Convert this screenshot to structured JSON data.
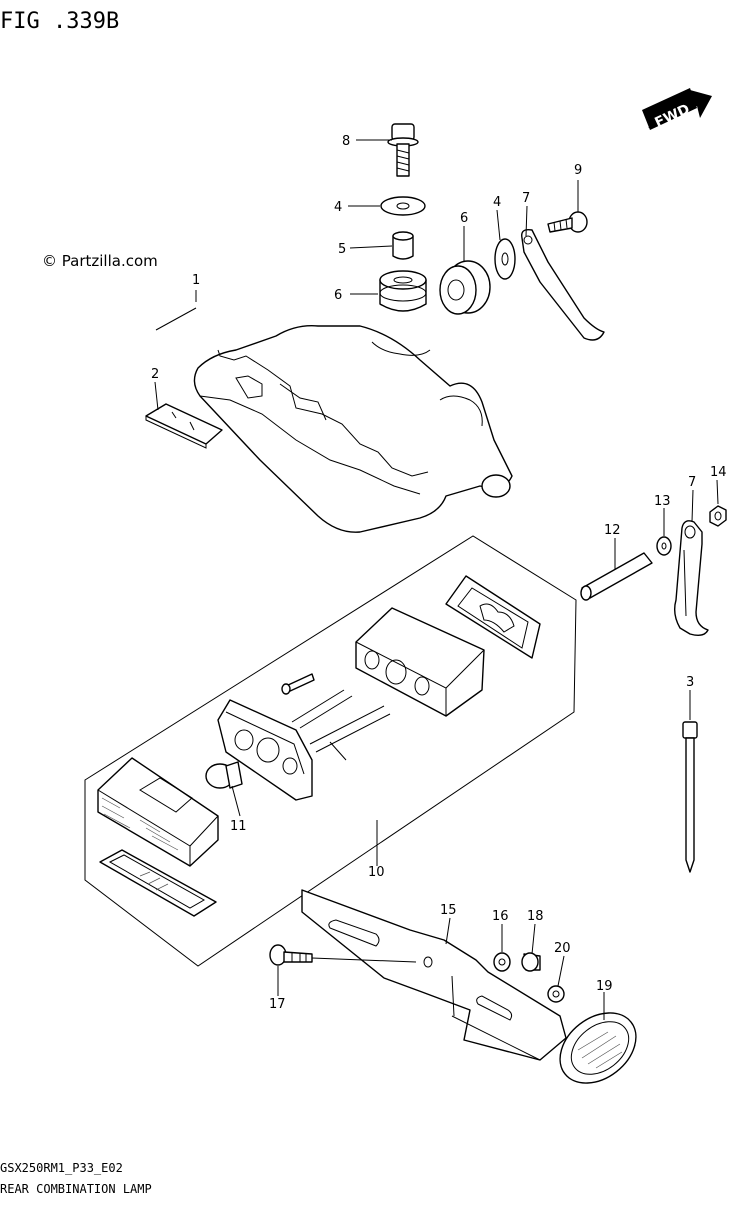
{
  "header": {
    "figure_label": "FIG .339B",
    "watermark": "© Partzilla.com",
    "fwd_badge": "FWD"
  },
  "footer": {
    "model_code": "GSX250RM1_P33_E02",
    "section_title": "REAR COMBINATION LAMP"
  },
  "callouts": [
    "8",
    "4",
    "5",
    "6",
    "6",
    "4",
    "7",
    "9",
    "1",
    "2",
    "12",
    "13",
    "7",
    "14",
    "3",
    "11",
    "10",
    "15",
    "16",
    "18",
    "20",
    "17",
    "19"
  ]
}
